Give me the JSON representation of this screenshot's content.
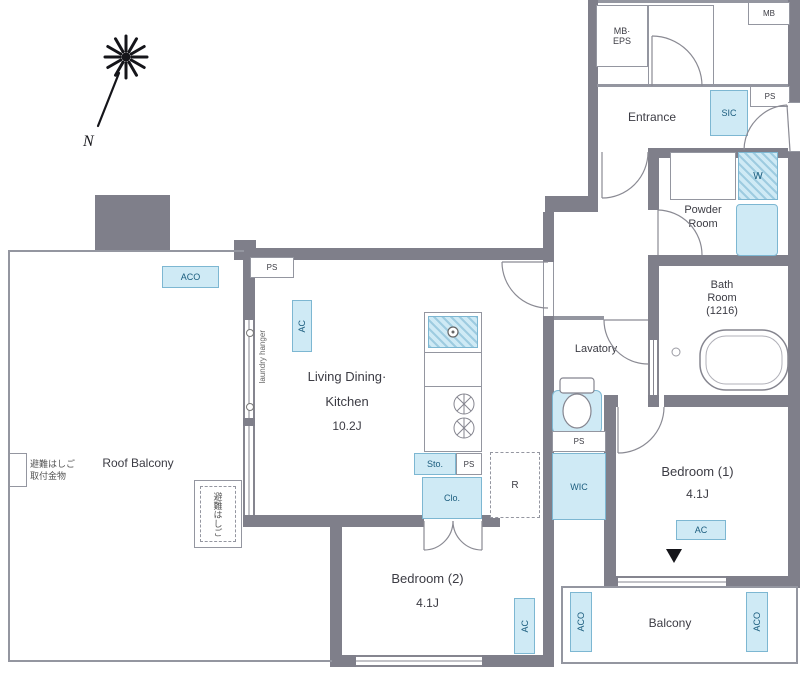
{
  "compass": {
    "north": "N"
  },
  "shafts": {
    "mb_eps_line1": "MB·",
    "mb_eps_line2": "EPS",
    "mb": "MB",
    "ps": "PS"
  },
  "rooms": {
    "entrance": "Entrance",
    "powder_line1": "Powder",
    "powder_line2": "Room",
    "bath_line1": "Bath",
    "bath_line2": "Room",
    "bath_line3": "(1216)",
    "lavatory": "Lavatory",
    "ldk_line1": "Living Dining·",
    "ldk_line2": "Kitchen",
    "ldk_size": "10.2J",
    "bedroom1": "Bedroom (1)",
    "bedroom1_size": "4.1J",
    "bedroom2": "Bedroom (2)",
    "bedroom2_size": "4.1J",
    "roof_balcony": "Roof Balcony",
    "balcony": "Balcony"
  },
  "fixtures": {
    "sic": "SIC",
    "washer": "W",
    "wic": "WIC",
    "storage": "Sto.",
    "closet": "Clo.",
    "refrigerator": "R",
    "ac": "AC",
    "aco": "ACO"
  },
  "annotations": {
    "laundry_hanger": "laundry hanger",
    "escape_hatch_line1": "避難はしご",
    "escape_hatch_line2": "取付金物",
    "escape_ladder": "避難はしご"
  },
  "colors": {
    "wall": "#7f7f8a",
    "line": "#9496a0",
    "fixture_fill": "#cfeaf5",
    "fixture_border": "#7db7d2",
    "label": "#3c3c44"
  }
}
